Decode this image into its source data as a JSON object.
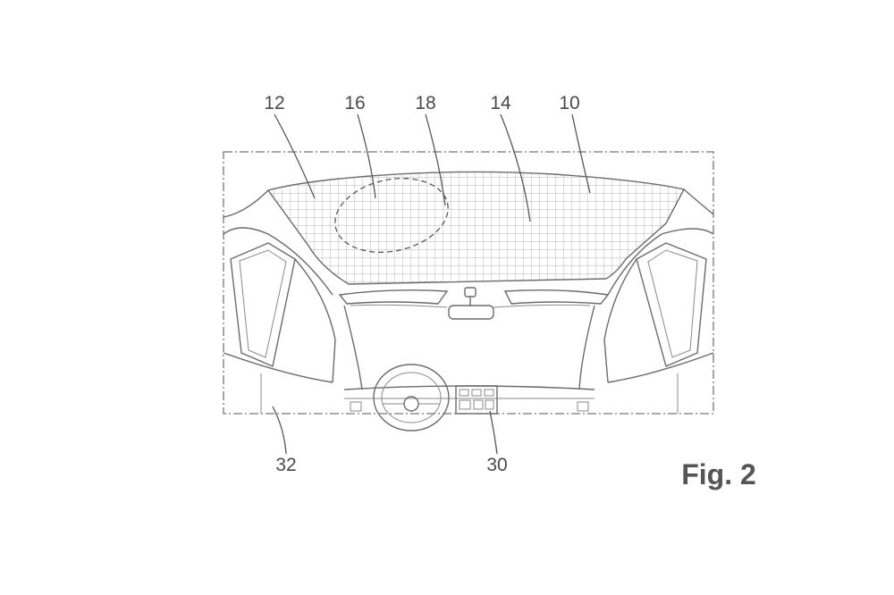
{
  "figure": {
    "caption": "Fig. 2",
    "reference_labels": {
      "roof_panel": "12",
      "zone_outline": "16",
      "zone_grid": "18",
      "panel_grid": "14",
      "roof": "10",
      "cabin_side": "32",
      "console": "30"
    }
  }
}
